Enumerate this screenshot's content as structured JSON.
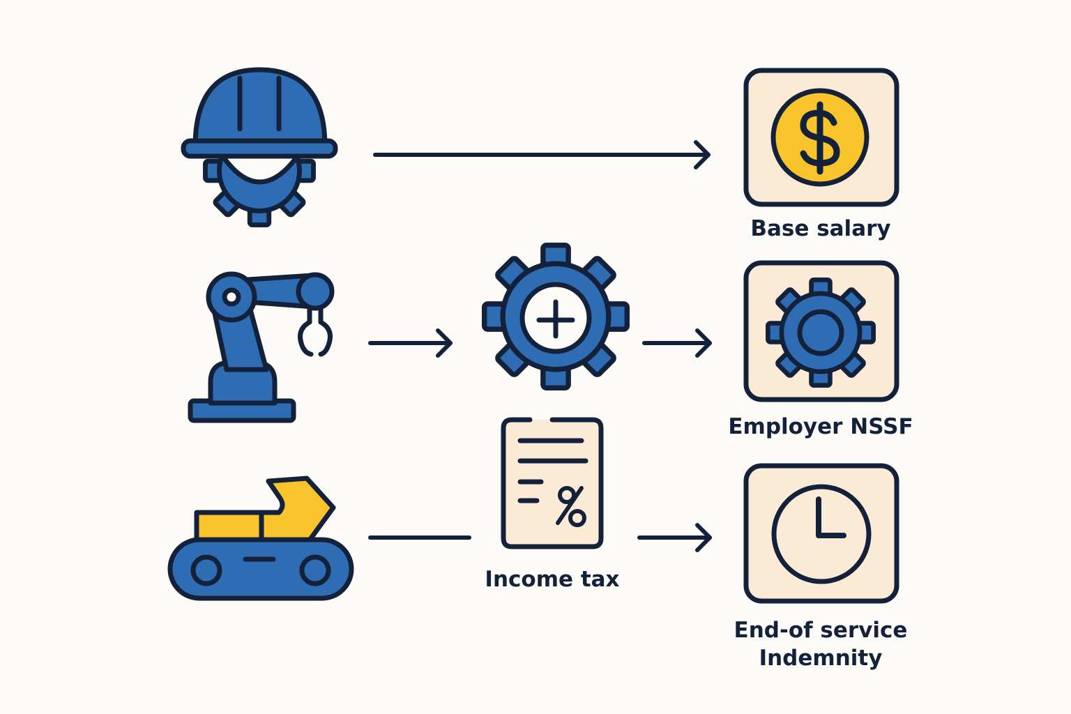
{
  "colors": {
    "background": "#fdfbf7",
    "outline": "#14213a",
    "blue": "#2e6db4",
    "yellow": "#f8c32b",
    "cream": "#fbebd6"
  },
  "sources": [
    {
      "icon": "hard-hat-gear-icon"
    },
    {
      "icon": "robotic-arm-icon"
    },
    {
      "icon": "conveyor-tracked-vehicle-icon"
    }
  ],
  "intermediates": [
    {
      "icon": "gear-plus-icon",
      "label": ""
    },
    {
      "icon": "tax-document-icon",
      "label": "Income tax"
    }
  ],
  "outputs": [
    {
      "icon": "dollar-coin-icon",
      "label": "Base salary"
    },
    {
      "icon": "gear-icon",
      "label": "Employer NSSF"
    },
    {
      "icon": "clock-icon",
      "label_line1": "End-of service",
      "label_line2": "Indemnity"
    }
  ]
}
